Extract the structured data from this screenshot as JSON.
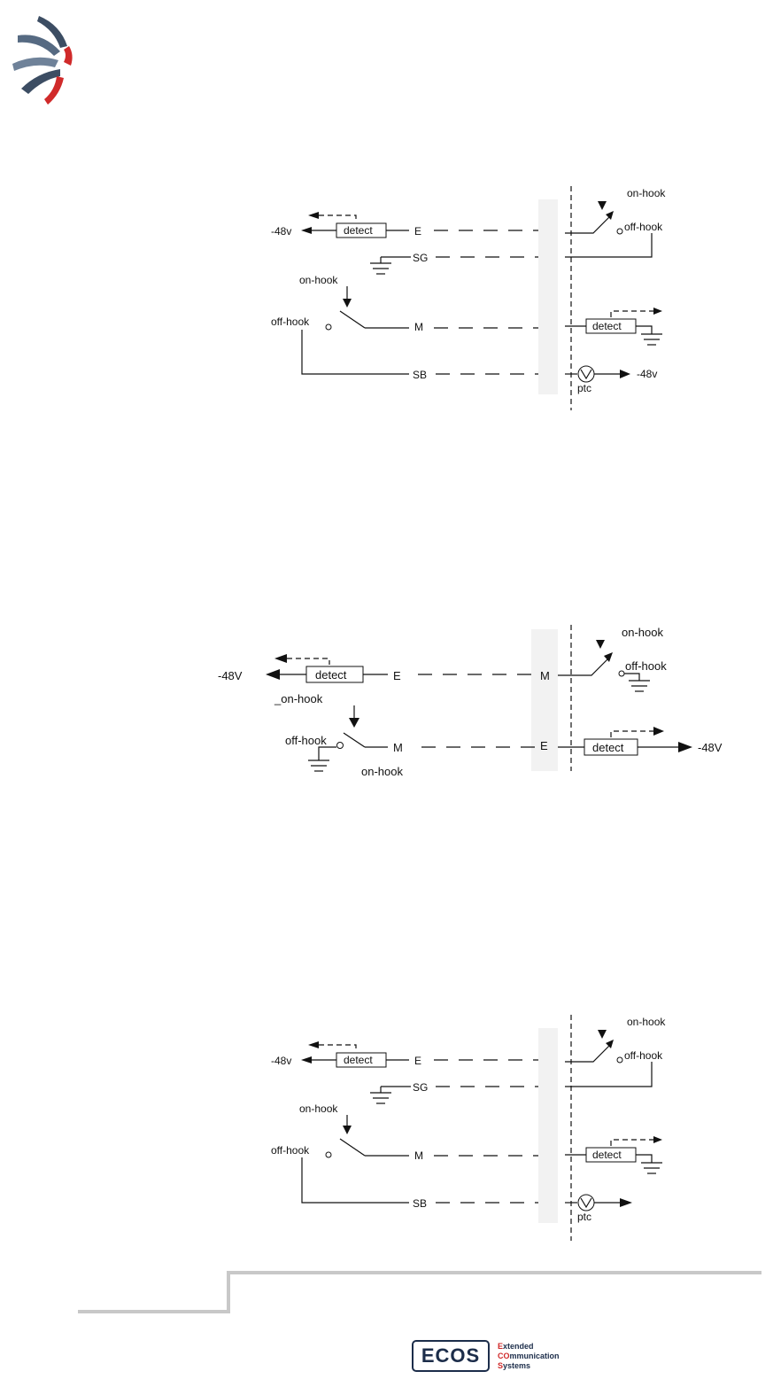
{
  "logo": {
    "name": "swirl-logo-icon",
    "accent": "#d02a2a",
    "primary": "#3c4d63"
  },
  "diagram1": {
    "left": {
      "voltage": "-48v",
      "detect": "detect",
      "e": "E",
      "sg": "SG",
      "m": "M",
      "sb": "SB",
      "on_hook": "on-hook",
      "off_hook": "off-hook"
    },
    "right": {
      "on_hook": "on-hook",
      "off_hook": "off-hook",
      "detect": "detect",
      "ptc": "ptc",
      "voltage": "-48v"
    }
  },
  "diagram2": {
    "left": {
      "voltage": "-48V",
      "detect": "detect",
      "e": "E",
      "m": "M",
      "on_hook_top": "_on-hook",
      "off_hook": "off-hook",
      "on_hook_bottom": "on-hook"
    },
    "right": {
      "m": "M",
      "e": "E",
      "on_hook": "on-hook",
      "off_hook": "off-hook",
      "detect": "detect",
      "voltage": "-48V"
    }
  },
  "diagram3": {
    "left": {
      "voltage": "-48v",
      "detect": "detect",
      "e": "E",
      "sg": "SG",
      "m": "M",
      "sb": "SB",
      "on_hook": "on-hook",
      "off_hook": "off-hook"
    },
    "right": {
      "on_hook": "on-hook",
      "off_hook": "off-hook",
      "detect": "detect",
      "ptc": "ptc"
    }
  },
  "footer": {
    "brand": "ECOS",
    "words": [
      {
        "letter": "E",
        "rest": "xtended"
      },
      {
        "letter": "CO",
        "rest": "mmunication"
      },
      {
        "letter": "S",
        "rest": "ystems"
      }
    ],
    "brand_color": "#1c2d4a",
    "letter_color": "#d02a2a",
    "rule_color": "#c8c8c8"
  }
}
